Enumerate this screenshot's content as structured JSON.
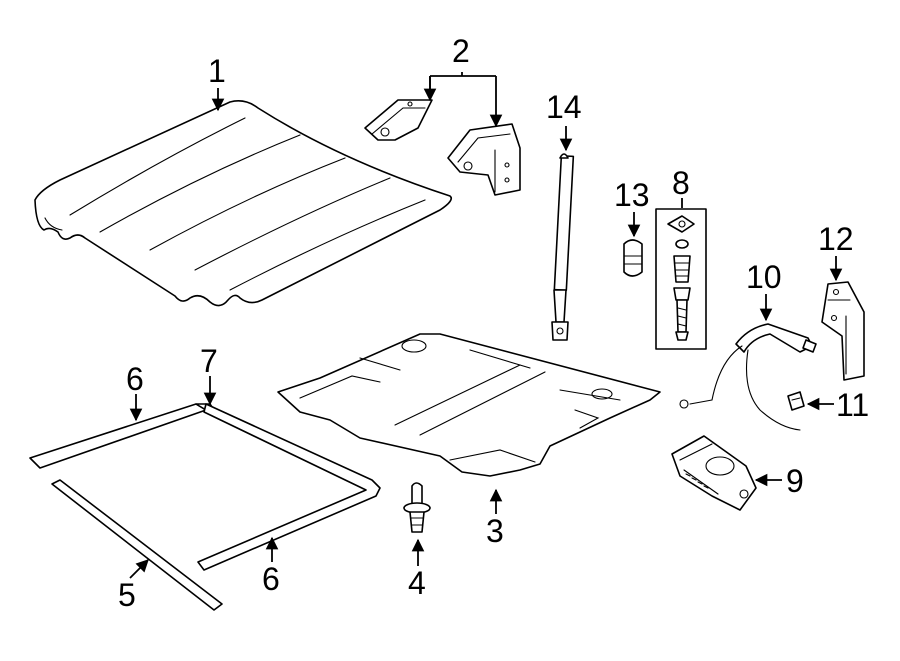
{
  "callouts": {
    "c1": "1",
    "c2": "2",
    "c3": "3",
    "c4": "4",
    "c5": "5",
    "c6a": "6",
    "c6b": "6",
    "c7": "7",
    "c8": "8",
    "c9": "9",
    "c10": "10",
    "c11": "11",
    "c12": "12",
    "c13": "13",
    "c14": "14"
  },
  "colors": {
    "line": "#000000",
    "background": "#ffffff"
  }
}
